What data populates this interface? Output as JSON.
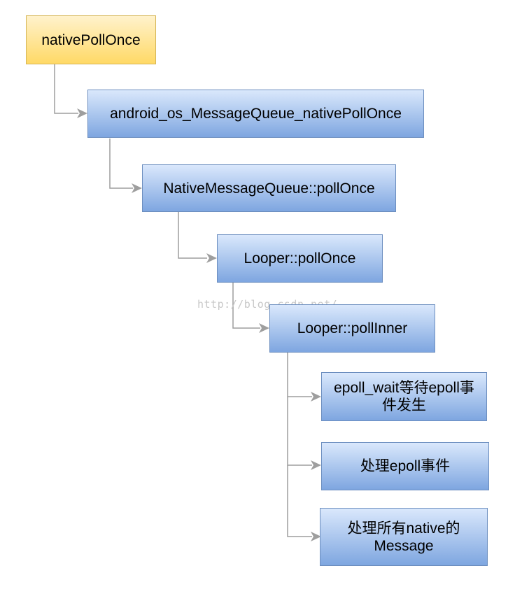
{
  "nodes": {
    "native_poll_once": "nativePollOnce",
    "android_os_message_queue": "android_os_MessageQueue_nativePollOnce",
    "native_message_queue": "NativeMessageQueue::pollOnce",
    "looper_poll_once": "Looper::pollOnce",
    "looper_poll_inner": "Looper::pollInner",
    "epoll_wait": "epoll_wait等待epoll事件发生",
    "handle_epoll": "处理epoll事件",
    "handle_native_message": "处理所有native的Message"
  },
  "watermark": "http://blog.csdn.net/",
  "colors": {
    "root_fill_top": "#fff2cc",
    "root_fill_bottom": "#ffd966",
    "root_border": "#d6b656",
    "node_fill_top": "#dae8fc",
    "node_fill_bottom": "#7ea6e0",
    "node_border": "#6c8ebf",
    "connector": "#9e9e9e"
  }
}
